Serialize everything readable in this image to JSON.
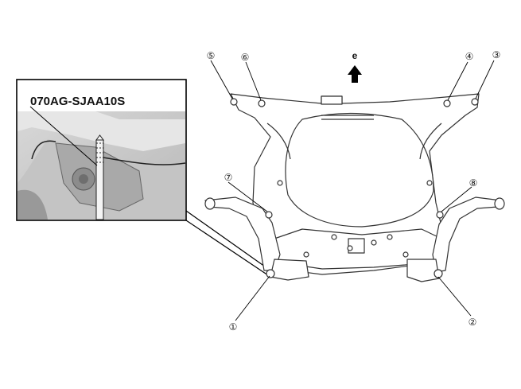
{
  "tool_label": "070AG-SJAA10S",
  "direction": {
    "label": "e"
  },
  "callouts": [
    {
      "id": "c1",
      "num": "①"
    },
    {
      "id": "c2",
      "num": "②"
    },
    {
      "id": "c3",
      "num": "③"
    },
    {
      "id": "c4",
      "num": "④"
    },
    {
      "id": "c5",
      "num": "⑤"
    },
    {
      "id": "c6",
      "num": "⑥"
    },
    {
      "id": "c7",
      "num": "⑦"
    },
    {
      "id": "c8",
      "num": "⑧"
    }
  ]
}
